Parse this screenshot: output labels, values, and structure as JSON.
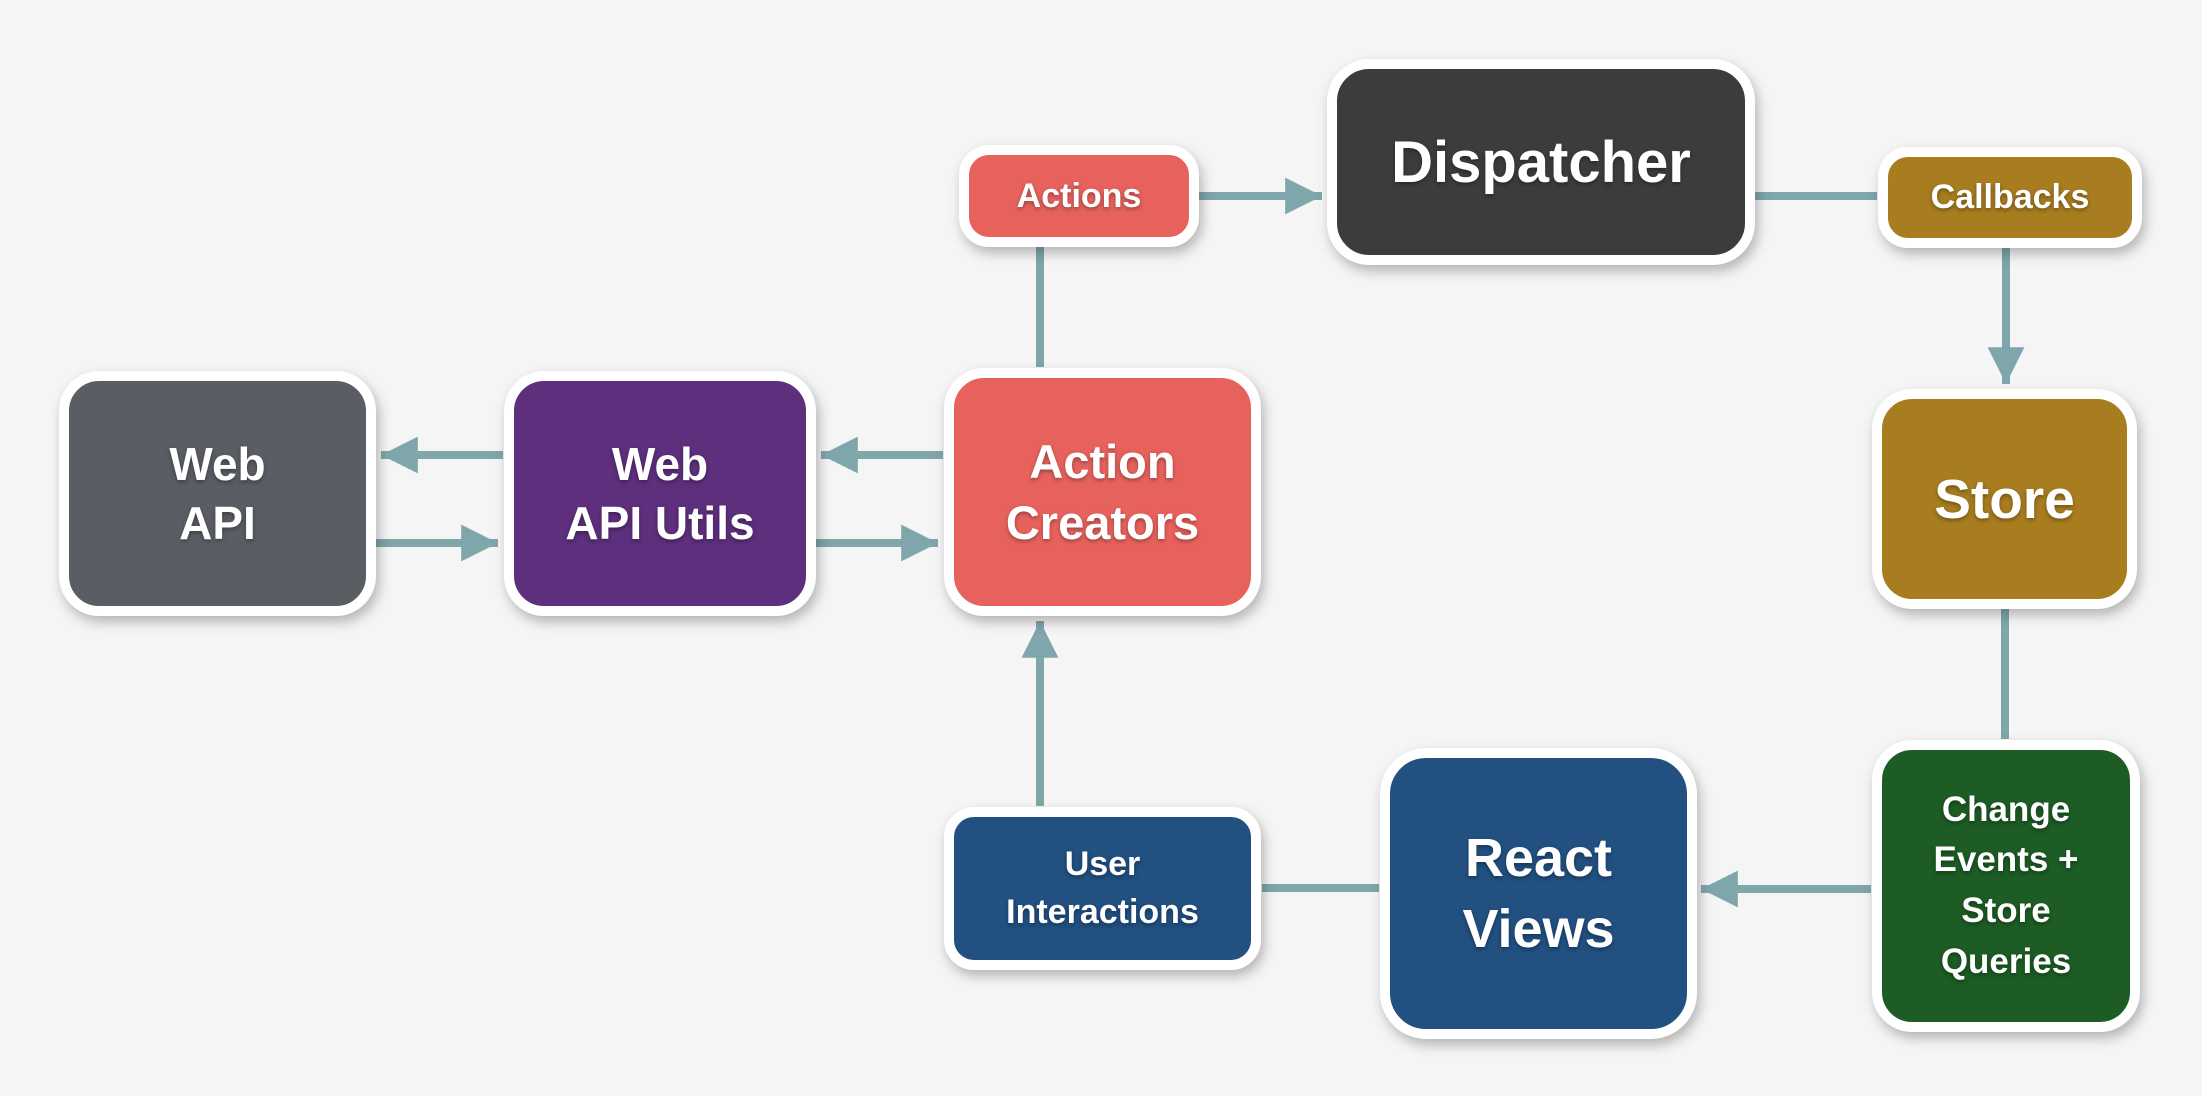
{
  "diagram": {
    "title": "Flux application architecture data flow",
    "background_color": "#f5f5f6",
    "arrow_color": "#7ea6ab",
    "nodes": [
      {
        "id": "web-api",
        "label": "Web API",
        "lines": [
          "Web",
          "API"
        ],
        "color": "#5a5e64"
      },
      {
        "id": "web-api-utils",
        "label": "Web API Utils",
        "lines": [
          "Web",
          "API Utils"
        ],
        "color": "#5d2f7d"
      },
      {
        "id": "action-creators",
        "label": "Action Creators",
        "lines": [
          "Action",
          "Creators"
        ],
        "color": "#e8625d"
      },
      {
        "id": "actions",
        "label": "Actions",
        "lines": [
          "Actions"
        ],
        "color": "#e8625d"
      },
      {
        "id": "dispatcher",
        "label": "Dispatcher",
        "lines": [
          "Dispatcher"
        ],
        "color": "#3e3b3c"
      },
      {
        "id": "callbacks",
        "label": "Callbacks",
        "lines": [
          "Callbacks"
        ],
        "color": "#a87d20"
      },
      {
        "id": "store",
        "label": "Store",
        "lines": [
          "Store"
        ],
        "color": "#a87d20"
      },
      {
        "id": "change-events",
        "label": "Change Events + Store Queries",
        "lines": [
          "Change",
          "Events +",
          "Store",
          "Queries"
        ],
        "color": "#1d5c24"
      },
      {
        "id": "react-views",
        "label": "React Views",
        "lines": [
          "React",
          "Views"
        ],
        "color": "#215081"
      },
      {
        "id": "user-interactions",
        "label": "User Interactions",
        "lines": [
          "User",
          "Interactions"
        ],
        "color": "#215081"
      }
    ],
    "edges": [
      {
        "from": "actions",
        "to": "dispatcher",
        "arrowhead": true
      },
      {
        "from": "dispatcher",
        "to": "callbacks",
        "arrowhead": false
      },
      {
        "from": "callbacks",
        "to": "store",
        "arrowhead": true
      },
      {
        "from": "store",
        "to": "change-events",
        "arrowhead": false
      },
      {
        "from": "change-events",
        "to": "react-views",
        "arrowhead": true
      },
      {
        "from": "react-views",
        "to": "user-interactions",
        "arrowhead": false
      },
      {
        "from": "user-interactions",
        "to": "action-creators",
        "arrowhead": true
      },
      {
        "from": "action-creators",
        "to": "actions",
        "arrowhead": false
      },
      {
        "from": "action-creators",
        "to": "web-api-utils",
        "arrowhead": true
      },
      {
        "from": "web-api-utils",
        "to": "action-creators",
        "arrowhead": true
      },
      {
        "from": "web-api-utils",
        "to": "web-api",
        "arrowhead": true
      },
      {
        "from": "web-api",
        "to": "web-api-utils",
        "arrowhead": true
      }
    ]
  }
}
